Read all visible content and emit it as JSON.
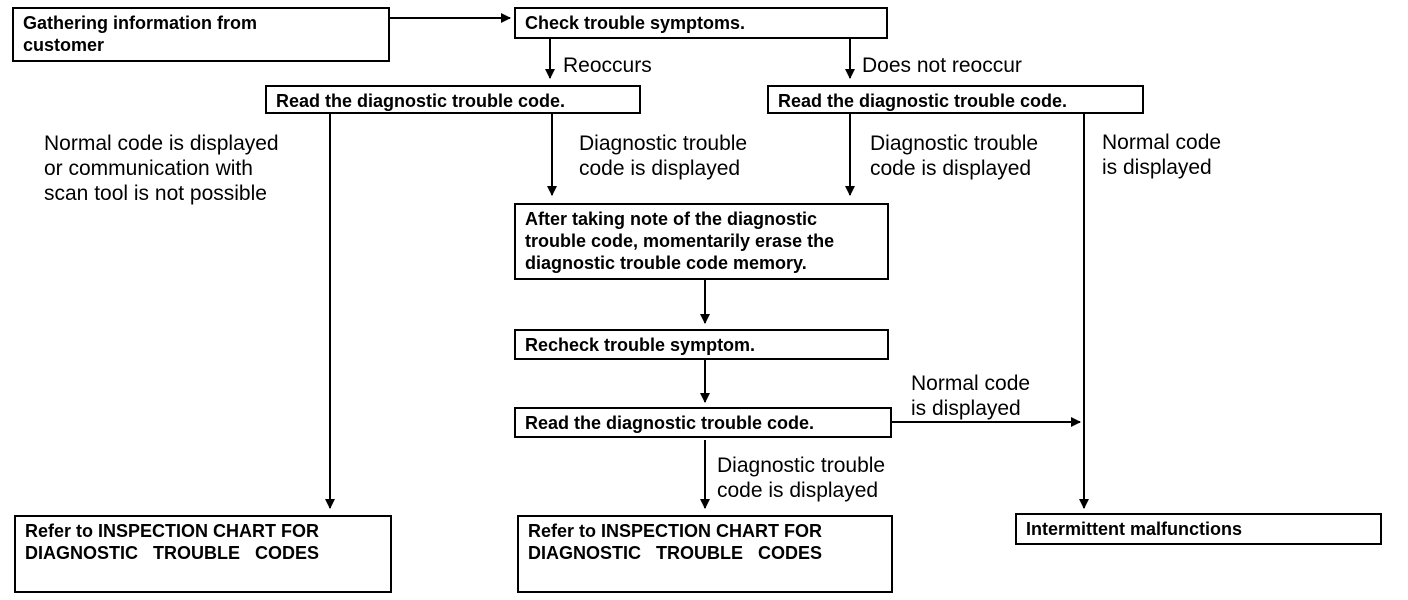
{
  "boxes": {
    "gather": "Gathering information from\ncustomer",
    "check": "Check trouble symptoms.",
    "read_left": "Read the diagnostic trouble code.",
    "read_right": "Read the diagnostic trouble code.",
    "note_erase": "After taking note of the diagnostic\ntrouble code, momentarily erase the\ndiagnostic trouble code memory.",
    "recheck": "Recheck trouble symptom.",
    "read_bottom": "Read the diagnostic trouble code.",
    "refer_left": "Refer to INSPECTION CHART FOR\nDIAGNOSTIC   TROUBLE   CODES",
    "refer_middle": "Refer to INSPECTION CHART FOR\nDIAGNOSTIC   TROUBLE   CODES",
    "intermittent": "Intermittent malfunctions"
  },
  "labels": {
    "reoccurs": "Reoccurs",
    "does_not_reoccur": "Does not reoccur",
    "normal_or_no_comm": "Normal code is displayed\nor communication with\nscan tool is not possible",
    "dtc_displayed_1": "Diagnostic trouble\ncode is displayed",
    "dtc_displayed_2": "Diagnostic trouble\ncode is displayed",
    "normal_right": "Normal code\nis displayed",
    "normal_bottom": "Normal code\nis displayed",
    "dtc_displayed_3": "Diagnostic trouble\ncode is displayed"
  }
}
